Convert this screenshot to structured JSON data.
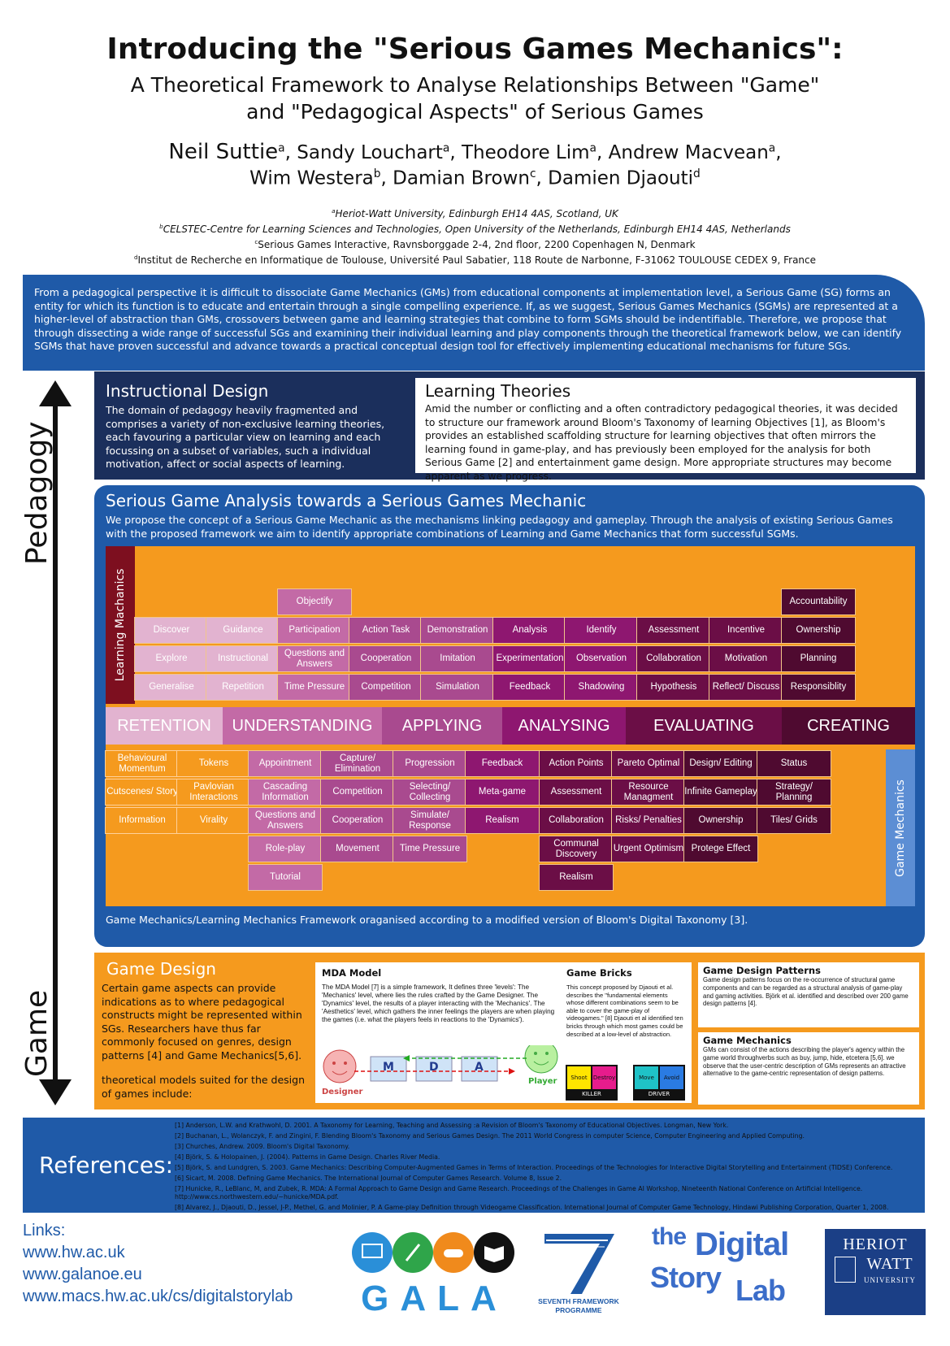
{
  "title": "Introducing the \"Serious Games Mechanics\":",
  "subtitle_1": "A Theoretical Framework to Analyse Relationships Between \"Game\"",
  "subtitle_2": "and \"Pedagogical Aspects\" of Serious Games",
  "authors_1": "Neil Suttie",
  "authors_1a": "a",
  "authors_1b": ", Sandy Louchart",
  "authors_1c": "a",
  "authors_1d": ", Theodore Lim",
  "authors_1e": "a",
  "authors_1f": ", Andrew Macvean",
  "authors_1g": "a",
  "authors_1h": ",",
  "authors_2": "Wim Westera",
  "authors_2a": "b",
  "authors_2b": ", Damian Brown",
  "authors_2c": "c",
  "authors_2d": ", Damien Djaouti",
  "authors_2e": "d",
  "aff_a_sup": "a",
  "aff_a": "Heriot-Watt University, Edinburgh EH14 4AS, Scotland, UK",
  "aff_b_sup": "b",
  "aff_b": "CELSTEC-Centre for Learning Sciences and Technologies, Open University of the Netherlands, Edinburgh EH14 4AS, Netherlands",
  "aff_c_sup": "c",
  "aff_c": "Serious Games Interactive, Ravnsborggade 2-4, 2nd floor, 2200 Copenhagen N, Denmark",
  "aff_d_sup": "d",
  "aff_d": "Institut de Recherche en Informatique de Toulouse, Université Paul Sabatier, 118 Route de Narbonne, F-31062 TOULOUSE CEDEX 9, France",
  "abstract": "From a pedagogical perspective it is difficult to dissociate Game Mechanics (GMs) from educational components at implementation level, a Serious Game (SG) forms an entity for which its function is to educate and entertain through a single compelling experience. If, as we suggest, Serious Games Mechanics (SGMs) are represented at a higher-level of abstraction than GMs, crossovers between game and learning strategies that combine to form SGMs should be indentifiable. Therefore, we propose that through dissecting a wide range of successful SGs and examining their individual learning and play components through the theoretical framework below, we can identify SGMs that have proven successful and advance towards a practical conceptual design tool for effectively implementing educational mechanisms for future SGs.",
  "axis": {
    "top": "Pedagogy",
    "bottom": "Game"
  },
  "instructional": {
    "heading": "Instructional Design",
    "body": "The domain of pedagogy heavily fragmented and comprises a variety of non-exclusive learning theories, each favouring a particular view on learning and each focussing on a subset of variables, such a individual motivation, affect or social aspects of learning."
  },
  "learning_theories": {
    "heading": "Learning Theories",
    "body": "Amid the number or conflicting and a often contradictory pedagogical theories, it was decided to structure our framework around Bloom's Taxonomy of learning Objectives [1], as Bloom's provides an established scaffolding structure for learning objectives that often mirrors the learning found in game-play, and has previously been employed for the analysis for both Serious Game [2] and entertainment game design. More appropriate structures may become apparent as we progress."
  },
  "analysis": {
    "heading": "Serious Game Analysis towards a Serious Games Mechanic",
    "body": "We propose the concept of a Serious Game Mechanic as the mechanisms linking pedagogy and gameplay. Through the analysis of existing Serious Games with the proposed framework we aim to identify appropriate combinations of Learning and Game Mechanics that form successful SGMs.",
    "caption": "Game Mechanics/Learning Mechanics Framework oraganised according to a modified version of Bloom's Digital Taxonomy [3].",
    "lm_label": "Learning Machanics",
    "gm_label": "Game Mechanics"
  },
  "bands": [
    "RETENTION",
    "UNDERSTANDING",
    "APPLYING",
    "ANALYSING",
    "EVALUATING",
    "CREATING"
  ],
  "band_colors": [
    "#e2b3d0",
    "#c36aa6",
    "#a94a8f",
    "#8e1770",
    "#6b0e46",
    "#4f0a30"
  ],
  "learning_mechanics": [
    [
      "Discover",
      "Explore",
      "Generalise"
    ],
    [
      "Guidance",
      "Instructional",
      "Repetition"
    ],
    [
      "Objectify",
      "Participation",
      "Questions and Answers",
      "Time Pressure"
    ],
    [
      "Action Task",
      "Cooperation",
      "Competition"
    ],
    [
      "Demonstration",
      "Imitation",
      "Simulation"
    ],
    [
      "Analysis",
      "Experimentation",
      "Feedback"
    ],
    [
      "Identify",
      "Observation",
      "Shadowing"
    ],
    [
      "Assessment",
      "Collaboration",
      "Hypothesis"
    ],
    [
      "Incentive",
      "Motivation",
      "Reflect/ Discuss"
    ],
    [
      "Accountability",
      "Ownership",
      "Planning",
      "Responsiblity"
    ]
  ],
  "game_mechanics": [
    [
      "Behavioural Momentum",
      "Cutscenes/ Story",
      "Information"
    ],
    [
      "Tokens",
      "Pavlovian Interactions",
      "Virality"
    ],
    [
      "Appointment",
      "Cascading Information",
      "Questions and Answers",
      "Role-play",
      "Tutorial"
    ],
    [
      "Capture/ Elimination",
      "Competition",
      "Cooperation",
      "Movement"
    ],
    [
      "Progression",
      "Selecting/ Collecting",
      "Simulate/ Response",
      "Time Pressure"
    ],
    [
      "Feedback",
      "Meta-game",
      "Realism"
    ],
    [
      "Action Points",
      "Assessment",
      "Collaboration",
      "Communal Discovery",
      "Realism"
    ],
    [
      "Pareto Optimal",
      "Resource Managment",
      "Risks/ Penalties",
      "Urgent Optimism"
    ],
    [
      "Design/ Editing",
      "Infinite Gameplay",
      "Ownership",
      "Protege Effect"
    ],
    [
      "Status",
      "Strategy/ Planning",
      "Tiles/ Grids"
    ]
  ],
  "game_design": {
    "heading": "Game Design",
    "body1": "Certain game aspects can provide indications as to where pedagogical constructs might be represented within SGs. Researchers have thus far commonly focused on genres, design patterns [4] and Game Mechanics[5,6].",
    "body2": "theoretical models suited for the design of games include:"
  },
  "mda": {
    "heading": "MDA Model",
    "body": "The MDA Model [7] is a simple framework, It defines three 'levels': The 'Mechanics' level, where lies the rules crafted by the Game Designer. The 'Dynamics' level, the results of a player interacting with the 'Mechanics'. The 'Aesthetics' level, which gathers the inner feelings the players are when playing the games (i.e. what the players feels in reactions to the 'Dynamics').",
    "m": "M",
    "d": "D",
    "a": "A",
    "designer": "Designer",
    "player": "Player"
  },
  "bricks": {
    "heading": "Game Bricks",
    "body": "This concept proposed by Djaouti et al. describes the \"fundamental elements whose different combinations seem to be able to cover the game-play of videogames.\" [8] Djaouti et al identified ten bricks through which most games could be described at a low-level of abstraction.",
    "shoot": "Shoot",
    "destroy": "Destroy",
    "killer": "KILLER",
    "move": "Move",
    "avoid": "Avoid",
    "driver": "DRIVER"
  },
  "patterns": {
    "heading": "Game Design Patterns",
    "body": "Game design patterns focus on the re-occurrence of structural game components and can be regarded as a structural analysis of game-play and gaming activities. Björk et al. identified and described over 200 game design patterns [4]."
  },
  "mechanics_box": {
    "heading": "Game Mechanics",
    "body": "GMs can consist of the actions describing the player's agency within the game world throughverbs such as buy, jump, hide, etcetera [5,6]. we observe that the user-centric description of GMs represents an attractive alternative to the game-centric representation of design patterns."
  },
  "references": {
    "heading": "References:",
    "items": [
      "[1] Anderson, L.W. and Krathwohl, D. 2001. A Taxonomy for Learning, Teaching and Assessing :a Revision of Bloom's Taxonomy of Educational Objectives. Longman, New York.",
      "[2] Buchanan, L., Wolanczyk, F. and Zingini, F. Blending Bloom's Taxonomy and Serious Games Design. The 2011 World Congress in computer Science, Computer Engineering and Applied Computing.",
      "[3] Churches, Andrew. 2009. Bloom's Digital Taxonomy.",
      "[4] Björk, S. & Holopainen, J. (2004). Patterns in Game Design. Charles River Media.",
      "[5] Björk, S. and Lundgren, S. 2003. Game Mechanics: Describing Computer-Augmented Games in Terms of Interaction. Proceedings of the Technologies for Interactive Digital Storytelling and Entertainment (TIDSE) Conference.",
      "[6] Sicart, M. 2008. Defining Game Mechanics. The International Journal of Computer Games Research. Volume 8, Issue 2.",
      "[7] Hunicke, R., LeBlanc, M, and Zubek, R. MDA: A Formal Approach to Game Design and Game Research. Proceedings of the Challenges in Game AI Workshop, Nineteenth National Conference on Artificial Intelligence.",
      "http://www.cs.northwestern.edu/~hunicke/MDA.pdf.",
      "[8] Alvarez, J., Djaouti, D., Jessel, J-P., Methel, G. and Molinier, P. A Game-play Definition through Videogame Classification. International Journal of Computer Game Technology, Hindawi Publishing Corporation, Quarter 1, 2008."
    ]
  },
  "links": {
    "heading": "Links:",
    "items": [
      "www.hw.ac.uk",
      "www.galanoe.eu",
      "www.macs.hw.ac.uk/cs/digitalstorylab"
    ]
  },
  "logos": {
    "gala": "GALA",
    "fp7_1": "SEVENTH FRAMEWORK",
    "fp7_2": "PROGRAMME",
    "dsl_1": "the",
    "dsl_2": "Digital",
    "dsl_3": "Story",
    "dsl_4": "Lab",
    "hw_1": "HERIOT",
    "hw_2": "WATT",
    "hw_3": "UNIVERSITY"
  }
}
